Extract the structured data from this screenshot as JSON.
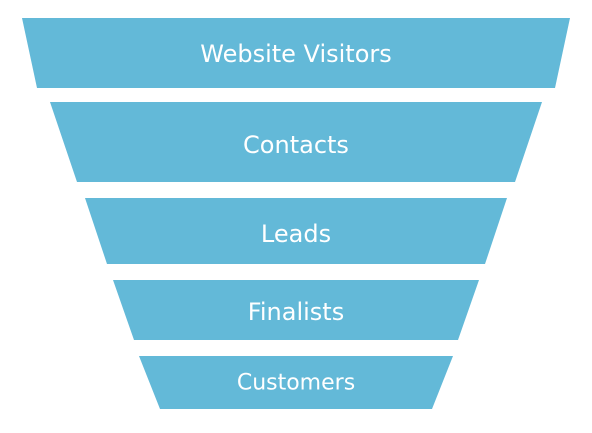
{
  "funnel": {
    "color": "#63b9d8",
    "label_color": "#ffffff",
    "stages": [
      {
        "label": "Website Visitors"
      },
      {
        "label": "Contacts"
      },
      {
        "label": "Leads"
      },
      {
        "label": "Finalists"
      },
      {
        "label": "Customers"
      }
    ]
  }
}
